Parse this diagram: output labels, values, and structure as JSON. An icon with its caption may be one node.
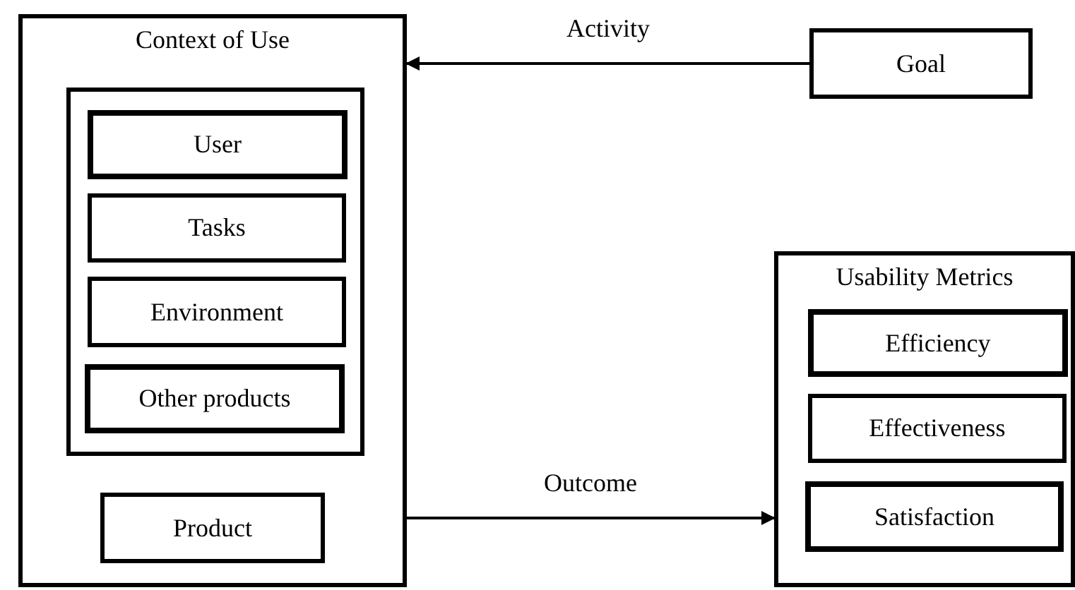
{
  "diagram": {
    "nodes": [
      {
        "text": [
          "Context of Use"
        ]
      },
      {
        "text": [],
        "shape": "box",
        "in": 0
      },
      {
        "text": [
          "User"
        ],
        "in": 1
      },
      {
        "text": [
          "Tasks"
        ],
        "in": 1
      },
      {
        "text": [
          "Environment"
        ],
        "in": 1
      },
      {
        "text": [
          "Other products"
        ],
        "in": 1
      },
      {
        "text": [
          "Product"
        ],
        "in": 0
      },
      {
        "text": [
          "Goal"
        ]
      },
      {
        "text": [
          "Usability Metrics"
        ]
      },
      {
        "text": [
          "Efficiency"
        ],
        "in": 8
      },
      {
        "text": [
          "Effectiveness"
        ],
        "in": 8
      },
      {
        "text": [
          "Satisfaction"
        ],
        "in": 8
      }
    ],
    "edges": [
      {
        "from": 7,
        "to": 0,
        "arrow": "to",
        "label": "Activity"
      },
      {
        "from": 0,
        "to": 8,
        "arrow": "to",
        "label": "Outcome"
      }
    ]
  }
}
